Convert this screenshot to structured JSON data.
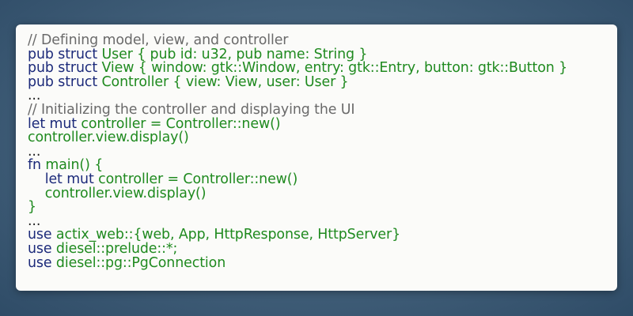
{
  "code_lines": [
    {
      "tokens": [
        {
          "t": "comment",
          "v": "// Defining model, view, and controller"
        }
      ]
    },
    {
      "tokens": [
        {
          "t": "kw",
          "v": "pub struct "
        },
        {
          "t": "txt",
          "v": "User { pub id: u32, pub name: String }"
        }
      ]
    },
    {
      "tokens": [
        {
          "t": "kw",
          "v": "pub struct "
        },
        {
          "t": "txt",
          "v": "View { window: gtk::Window, entry: gtk::Entry, button: gtk::Button }"
        }
      ]
    },
    {
      "tokens": [
        {
          "t": "kw",
          "v": "pub struct "
        },
        {
          "t": "txt",
          "v": "Controller { view: View, user: User }"
        }
      ]
    },
    {
      "tokens": [
        {
          "t": "plain",
          "v": "..."
        }
      ]
    },
    {
      "tokens": [
        {
          "t": "comment",
          "v": "// Initializing the controller and displaying the UI"
        }
      ]
    },
    {
      "tokens": [
        {
          "t": "kw",
          "v": "let mut "
        },
        {
          "t": "txt",
          "v": "controller = Controller::new()"
        }
      ]
    },
    {
      "tokens": [
        {
          "t": "txt",
          "v": "controller.view.display()"
        }
      ]
    },
    {
      "tokens": [
        {
          "t": "plain",
          "v": "..."
        }
      ]
    },
    {
      "tokens": [
        {
          "t": "kw",
          "v": "fn "
        },
        {
          "t": "txt",
          "v": "main() {"
        }
      ]
    },
    {
      "tokens": [
        {
          "t": "plain",
          "v": "    "
        },
        {
          "t": "kw",
          "v": "let mut "
        },
        {
          "t": "txt",
          "v": "controller = Controller::new()"
        }
      ]
    },
    {
      "tokens": [
        {
          "t": "plain",
          "v": "    "
        },
        {
          "t": "txt",
          "v": "controller.view.display()"
        }
      ]
    },
    {
      "tokens": [
        {
          "t": "txt",
          "v": "}"
        }
      ]
    },
    {
      "tokens": [
        {
          "t": "plain",
          "v": "..."
        }
      ]
    },
    {
      "tokens": [
        {
          "t": "kw",
          "v": "use "
        },
        {
          "t": "txt",
          "v": "actix_web::{web, App, HttpResponse, HttpServer}"
        }
      ]
    },
    {
      "tokens": [
        {
          "t": "kw",
          "v": "use "
        },
        {
          "t": "txt",
          "v": "diesel::prelude::*;"
        }
      ]
    },
    {
      "tokens": [
        {
          "t": "kw",
          "v": "use "
        },
        {
          "t": "txt",
          "v": "diesel::pg::PgConnection"
        }
      ]
    }
  ],
  "colors": {
    "comment": "#6a6a6a",
    "keyword": "#1c2a7a",
    "text": "#1f8a1f",
    "plain": "#222222",
    "card_bg": "#fbfbf9",
    "page_bg": "#45637d"
  }
}
